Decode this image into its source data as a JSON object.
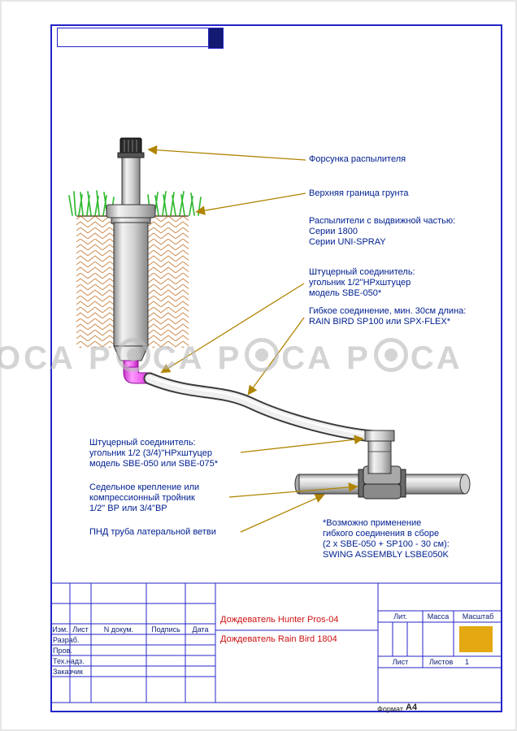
{
  "watermark": {
    "brand": "РОСА",
    "segments": [
      "ОСА Р",
      "СА Р",
      "СА Р",
      "СА"
    ]
  },
  "labels": {
    "right": [
      {
        "lines": [
          "Форсунка распылителя"
        ]
      },
      {
        "lines": [
          "Верхняя граница грунта"
        ]
      },
      {
        "lines": [
          "Распылители с выдвижной частью:",
          "Серии 1800",
          "Серии UNI-SPRAY"
        ]
      },
      {
        "lines": [
          "Штуцерный соединитель:",
          "угольник 1/2\"НРхштуцер",
          "модель SBE-050*"
        ]
      },
      {
        "lines": [
          "Гибкое соединение, мин. 30см длина:",
          "RAIN BIRD  SP100 или SPX-FLEX*"
        ]
      }
    ],
    "left": [
      {
        "lines": [
          "Штуцерный соединитель:",
          "угольник 1/2 (3/4)\"НРхштуцер",
          "модель SBE-050 или SBE-075*"
        ]
      },
      {
        "lines": [
          "Седельное крепление или",
          "компрессионный тройник",
          "1/2\" ВР или 3/4\"ВР"
        ]
      },
      {
        "lines": [
          "ПНД труба латеральной ветви"
        ]
      }
    ],
    "note": {
      "lines": [
        "*Возможно применение",
        "гибкого соединения в сборе",
        "(2 x SBE-050 + SP100 - 30 см):",
        "SWING ASSEMBLY LSBE050K"
      ]
    }
  },
  "title_block": {
    "col_izm": "Изм.",
    "col_list": "Лист",
    "col_doc": "N докум.",
    "col_sign": "Подпись",
    "col_date": "Дата",
    "rows": [
      "Разраб.",
      "Пров.",
      "Тех.надз.",
      "Заказчик"
    ],
    "doc_title_1": "Дождеватель Hunter Pros-04",
    "doc_title_2": "Дождеватель Rain Bird 1804",
    "lit": "Лит.",
    "mass": "Масса",
    "scale": "Масштаб",
    "sheet": "Лист",
    "sheets": "Листов",
    "sheets_num": "1",
    "format_label": "Формат",
    "format_value": "A4"
  },
  "colors": {
    "frame_blue": "#2424c8",
    "label_navy": "#002090",
    "leader_olive": "#b08400",
    "title_red": "#cc1111",
    "scale_fill": "#e3a812",
    "grass_green": "#33bb33",
    "soil_tan": "#cd8a4b",
    "fitting_magenta": "#e040e0"
  }
}
